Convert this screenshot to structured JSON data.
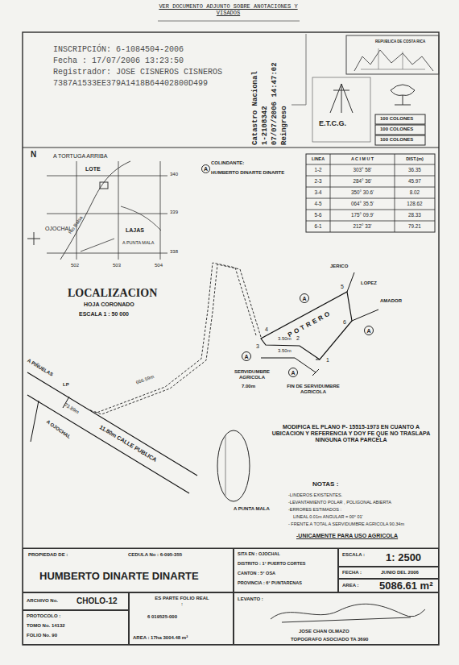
{
  "diagram": {
    "nodes": [
      {
        "text": [
          "INSCRIPCIÓN: 6-1084504-2006",
          "Fecha : 17/07/2006 13:23:50",
          "Registrador: JOSE CISNEROS CISNEROS",
          "7387A1533EE379A1418B64402800D499"
        ]
      },
      {
        "text": [
          "A"
        ]
      },
      {
        "text": [
          "A"
        ]
      },
      {
        "text": [
          "A"
        ]
      },
      {
        "text": [
          "A"
        ]
      },
      {
        "text": [
          "A"
        ]
      },
      {
        "text": [
          "PROPIEDAD DE :",
          "CEDULA No : 6-095-355",
          "HUMBERTO DINARTE DINARTE"
        ]
      },
      {
        "text": [
          "SITA EN : OJOCHAL",
          "DISTRITO : 1° PUERTO CORTES",
          "CANTON : 5° OSA",
          "PROVINCIA : 6° PUNTARENAS"
        ]
      },
      {
        "text": [
          "ESCALA :",
          "1: 2500"
        ]
      },
      {
        "text": [
          "FECHA :",
          "JUNIO DEL 2006"
        ]
      },
      {
        "text": [
          "AREA :",
          "5086.61 m²"
        ]
      },
      {
        "text": [
          "ARCHIVO No.",
          "CHOLO-12"
        ]
      },
      {
        "text": [
          "PROTOCOLO :",
          "TOMO No. 14132",
          "FOLIO No. 90"
        ]
      },
      {
        "text": [
          "ES PARTE FOLIO REAL :",
          "6 019525-000",
          "AREA : 17ha 3004.48 m²"
        ]
      },
      {
        "text": [
          "LEVANTO :",
          "JOSE CHAN OLMAZO",
          "TOPOGRAFO ASOCIADO TA 3690"
        ]
      }
    ],
    "labels": [
      "VER DOCUMENTO ADJUNTO SOBRE ANOTACIONES Y VISADOS",
      "Catastro Nacional",
      "1-2108342",
      "07/07/2006 14:47:02",
      "Reingreso",
      "REPUBLICA DE COSTA RICA",
      "E.T.C.G.",
      "100 COLONES",
      "100 COLONES",
      "100 COLONES",
      "N",
      "A TORTUGA ARRIBA",
      "340",
      "LOTE",
      "COLINDANTE:",
      "HUMBERTO DINARTE DINARTE",
      "339",
      "Rio Balsa",
      "OJOCHAL",
      "LAJAS",
      "338",
      "A PUNTA MALA",
      "502",
      "503",
      "504",
      "LOCALIZACION",
      "HOJA CORONADO",
      "ESCALA 1 : 50 000",
      "LINEA",
      "A C I M U T",
      "DIST.(m)",
      "1-2",
      "303° 58'",
      "36.35",
      "2-3",
      "284° 36'",
      "45.97",
      "3-4",
      "350° 30.6'",
      "8.02",
      "4-5",
      "064° 35.5'",
      "128.62",
      "5-6",
      "175° 09.9'",
      "28.33",
      "6-1",
      "212° 33'",
      "79.21",
      "JERICO",
      "5",
      "LOPEZ",
      "AMADOR",
      "6",
      "POTRERO",
      "4",
      "3",
      "3.50m",
      "2",
      "3.50m",
      "1",
      "SERVIDUMBRE AGRICOLA",
      "7.00m",
      "FIN DE SERVIDUMBRE AGRICOLA",
      "666.59m",
      "A PIÑUELAS",
      "LP",
      "73.89m",
      "A OJOCHAL",
      "11.80m CALLE PUBLICA",
      "MODIFICA EL PLANO P- 15515-1973 EN CUANTO A UBICACION Y REFERENCIA Y DOY FE QUE NO TRASLAPA NINGUNA OTRA PARCELA",
      "A PUNTA MALA",
      "NOTAS :",
      "-LINDEROS EXISTENTES.",
      "-LEVANTAMIENTO POLAR , POLIGONAL ABIERTA",
      "-ERRORES ESTIMADOS :",
      "LINEAL 0.01m ANGULAR = 00° 01'",
      "- FRENTE A TOTAL A SERVIDUMBRE AGRICOLA 90.34m",
      "-UNICAMENTE PARA USO AGRICOLA"
    ]
  }
}
